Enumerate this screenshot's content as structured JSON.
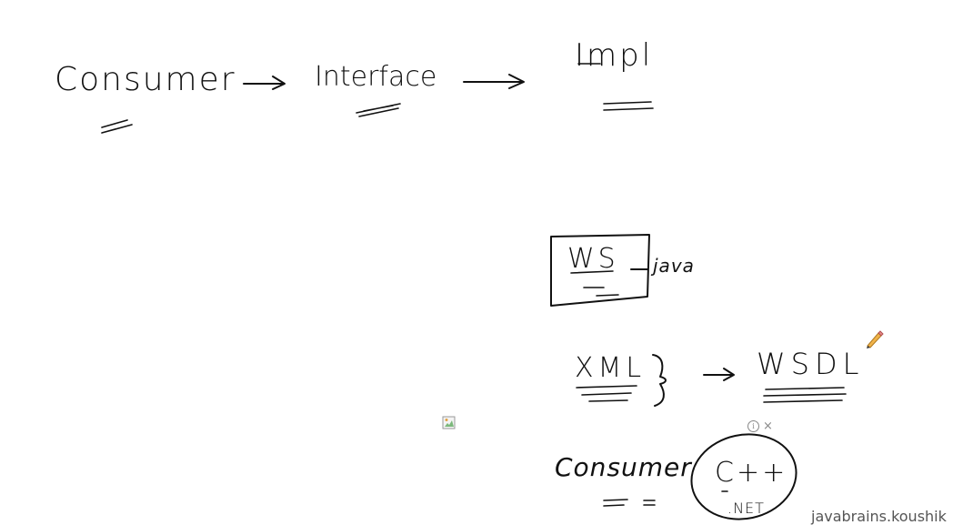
{
  "diagram": {
    "row1": {
      "consumer": "Consumer",
      "interface": "Interface",
      "impl": "Impl"
    },
    "ws_box": {
      "label": "WS",
      "note": "java"
    },
    "xml_row": {
      "xml": "XML",
      "wsdl": "WSDL"
    },
    "bottom": {
      "consumer": "Consumer",
      "cpp": "C++",
      "net": ".NET"
    }
  },
  "watermark": "javabrains.koushik",
  "ad": {
    "info_icon": "info-icon",
    "close_icon": "close-icon",
    "close_label": "×",
    "info_label": "i"
  },
  "icons": {
    "pencil": "pencil-icon",
    "broken_image": "broken-image-icon"
  },
  "colors": {
    "ink": "#111111",
    "pencil_body": "#f0b34a",
    "pencil_tip": "#e88a8a"
  }
}
